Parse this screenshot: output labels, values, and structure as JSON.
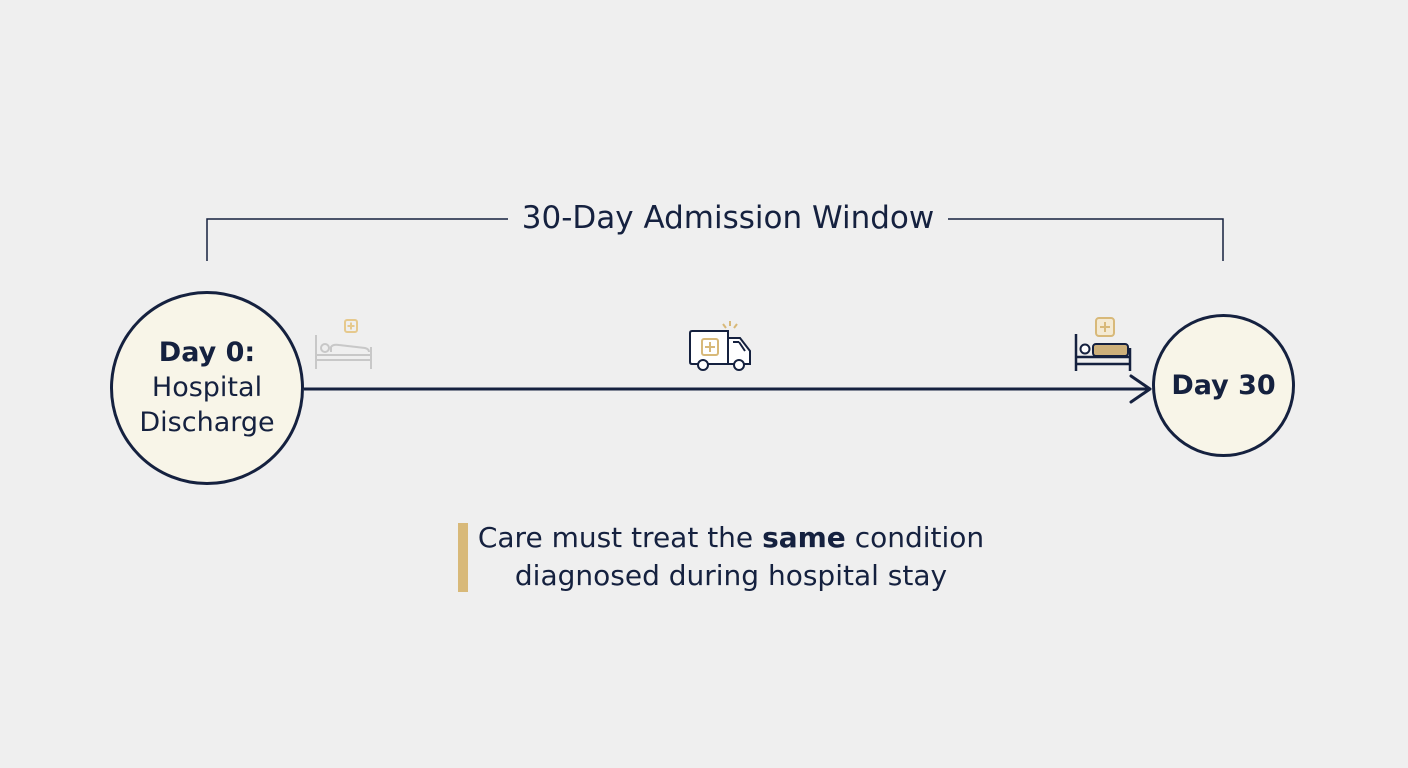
{
  "window": {
    "title": "30-Day Admission Window"
  },
  "start": {
    "title": "Day 0:",
    "subtitle_line1": "Hospital",
    "subtitle_line2": "Discharge"
  },
  "end": {
    "title": "Day 30"
  },
  "icons": {
    "bed_left": "hospital-bed-icon",
    "ambulance": "ambulance-icon",
    "bed_right": "occupied-hospital-bed-icon"
  },
  "note": {
    "before": "Care must treat the ",
    "emphasis": "same",
    "after": " condition",
    "line2": "diagnosed during hospital stay"
  },
  "colors": {
    "navy": "#15213f",
    "gold": "#d8b979",
    "circle_fill": "#f8f5e8",
    "background": "#efefef",
    "faded_bed": "#c8c8c8"
  }
}
